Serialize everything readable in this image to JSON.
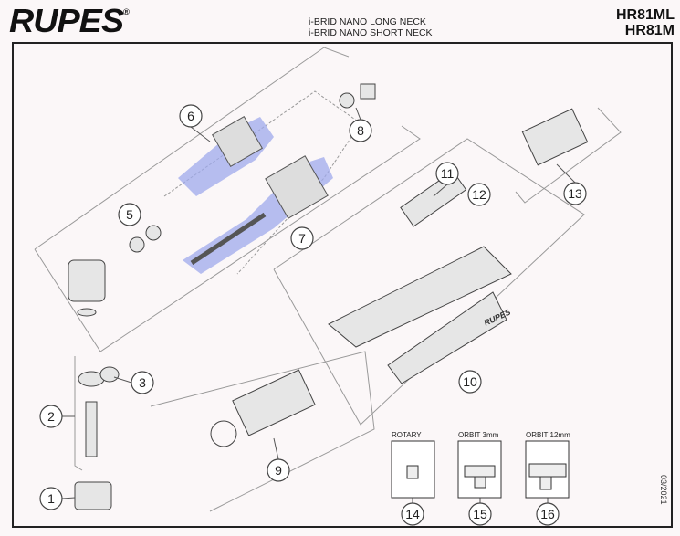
{
  "header": {
    "brand": "RUPES",
    "registered": "®",
    "subtitle_1": "i-BRID NANO LONG NECK",
    "subtitle_2": "i-BRID NANO SHORT NECK",
    "model_1": "HR81ML",
    "model_2": "HR81M"
  },
  "callouts": [
    "1",
    "2",
    "3",
    "5",
    "6",
    "7",
    "8",
    "9",
    "10",
    "11",
    "12",
    "13",
    "14",
    "15",
    "16"
  ],
  "variants": [
    {
      "label": "ROTARY",
      "number": "14"
    },
    {
      "label": "ORBIT 3mm",
      "number": "15"
    },
    {
      "label": "ORBIT 12mm",
      "number": "16"
    }
  ],
  "highlight_color": "#9fa9ec",
  "date": "03/2021"
}
